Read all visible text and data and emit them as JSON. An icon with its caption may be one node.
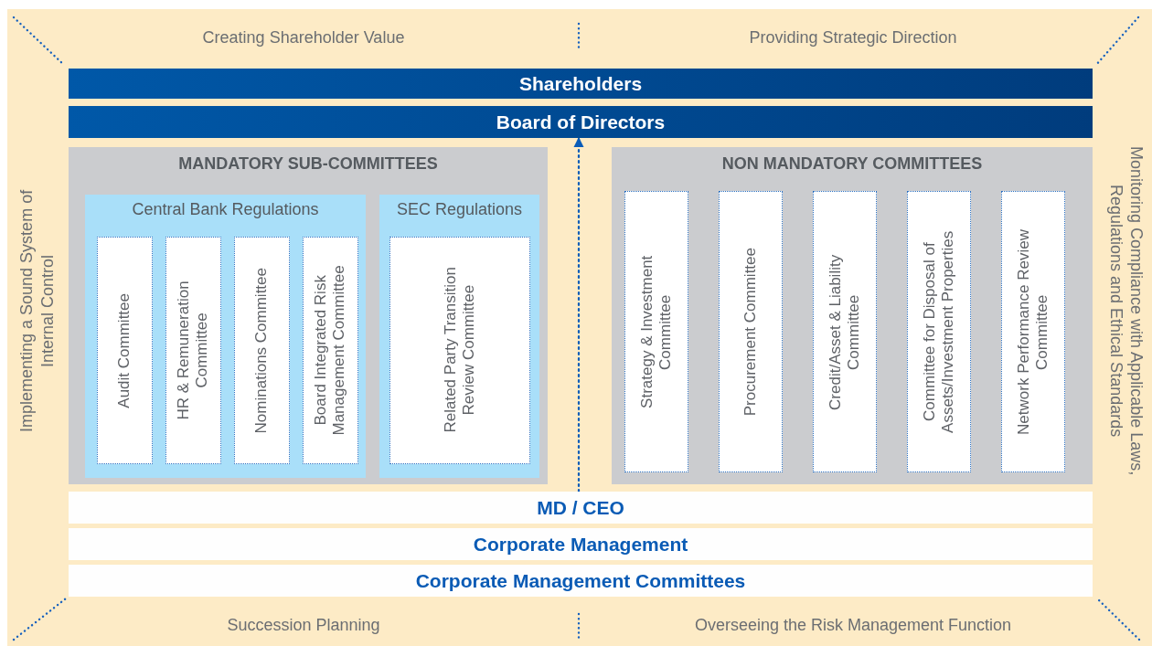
{
  "diagram": {
    "nodes": [
      {
        "text": [
          "Shareholders"
        ]
      },
      {
        "text": [
          "Board of Directors"
        ]
      },
      {
        "text": [
          "MANDATORY SUB-COMMITTEES"
        ]
      },
      {
        "text": [
          "Central Bank Regulations"
        ],
        "in": 2
      },
      {
        "text": [
          "Audit Committee"
        ],
        "in": 3
      },
      {
        "text": [
          "HR & Remuneration Committee"
        ],
        "in": 3
      },
      {
        "text": [
          "Nominations Committee"
        ],
        "in": 3
      },
      {
        "text": [
          "Board Integrated Risk Management Committee"
        ],
        "in": 3
      },
      {
        "text": [
          "SEC Regulations"
        ],
        "in": 2
      },
      {
        "text": [
          "Related Party Transition Review Committee"
        ],
        "in": 8
      },
      {
        "text": [
          "NON MANDATORY COMMITTEES"
        ]
      },
      {
        "text": [
          "Strategy & Investment Committee"
        ],
        "in": 10
      },
      {
        "text": [
          "Procurement Committee"
        ],
        "in": 10
      },
      {
        "text": [
          "Credit/Asset & Liability Committee"
        ],
        "in": 10
      },
      {
        "text": [
          "Committee for Disposal of Assets/Investment Properties"
        ],
        "in": 10
      },
      {
        "text": [
          "Network Performance Review Committee"
        ],
        "in": 10
      },
      {
        "text": [
          "MD / CEO"
        ]
      },
      {
        "text": [
          "Corporate Management"
        ]
      },
      {
        "text": [
          "Corporate Management Committees"
        ]
      }
    ],
    "edges": [
      {
        "from": 16,
        "to": 1,
        "arrow": "to",
        "style": "dashed"
      }
    ],
    "labels": [
      "Creating Shareholder Value",
      "Providing Strategic Direction",
      "Implementing a Sound System of Internal Control",
      "Monitoring Compliance with Applicable Laws, Regulations and Ethical Standards",
      "Succession Planning",
      "Overseeing the Risk Management Function"
    ]
  }
}
